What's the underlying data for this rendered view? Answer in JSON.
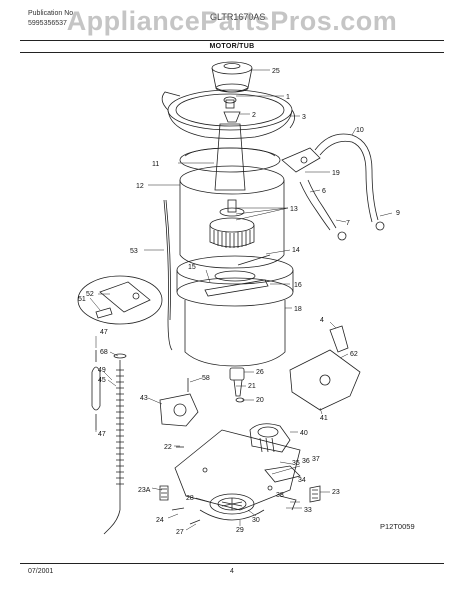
{
  "header": {
    "left_line1": "Publication No",
    "left_line2": "5995356537",
    "model": "GLTR1670AS",
    "section": "MOTOR/TUB"
  },
  "watermark": "AppliancePartsPros.com",
  "footer": {
    "date": "07/2001",
    "page": "4",
    "diagram_code": "P12T0059"
  },
  "callouts": [
    "25",
    "1",
    "2",
    "3",
    "10",
    "11",
    "19",
    "12",
    "6",
    "13",
    "7",
    "9",
    "53",
    "14",
    "15",
    "16",
    "52",
    "51",
    "18",
    "4",
    "47",
    "68",
    "62",
    "49",
    "45",
    "58",
    "26",
    "21",
    "20",
    "41",
    "43",
    "40",
    "47",
    "22",
    "35",
    "36",
    "37",
    "34",
    "23A",
    "38",
    "23",
    "28",
    "24",
    "33",
    "27",
    "29",
    "30"
  ]
}
